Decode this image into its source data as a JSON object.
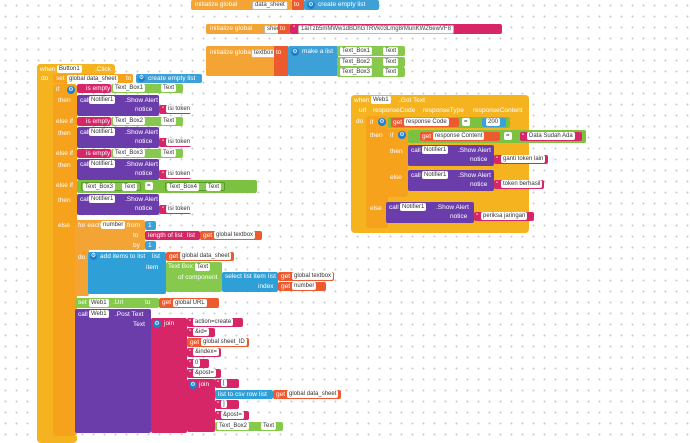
{
  "globals": {
    "g1": {
      "kw": "initialize global",
      "name": "data_sheet",
      "to": "to",
      "val": "create empty list"
    },
    "g2": {
      "kw": "initialize global",
      "name": "sheet_ID",
      "to": "to",
      "val": "1aiTzb5mMWw1dBDhGTRVk03Lmg8rMunKWZ6ewVF8"
    },
    "g3": {
      "kw": "initialize global",
      "name": "textbox",
      "to": "to",
      "val": "make a list",
      "items": [
        {
          "name": "Text_Box1",
          "prop": "Text"
        },
        {
          "name": "Text_Box2",
          "prop": "Text"
        },
        {
          "name": "Text_Box3",
          "prop": "Text"
        }
      ]
    }
  },
  "button": {
    "when": "when",
    "comp": "Button1",
    "event": ".Click",
    "do": "do",
    "set": "set",
    "setvar": "global data_sheet",
    "to": "to",
    "emptylist": "create empty list",
    "if": "if",
    "then": "then",
    "elseif": "else if",
    "else": "else",
    "call": "call",
    "isempty": "is empty",
    "notifier": "Notifier1",
    "showalert": ".Show Alert",
    "notice": "notice",
    "msg_token": "isi token",
    "tb1": "Text_Box1",
    "tb2": "Text_Box2",
    "tb3": "Text_Box3",
    "tb4": "Text_Box4",
    "text": "Text",
    "eq": "=",
    "foreach": "for each",
    "number": "number",
    "from": "from",
    "to2": "to",
    "by": "by",
    "n1": "1",
    "lengthof": "length of list",
    "list": "list",
    "get": "get",
    "gtextbox": "global textbox",
    "additems": "add items to list",
    "gdatasheet": "global data_sheet",
    "item": "item",
    "textbox_kw": "Text Box",
    "ofcomp": "of component",
    "selectitem": "select list item",
    "index": "index",
    "gnumber": "number",
    "web1": "Web1",
    "url": ".Url",
    "gurl": "global URL",
    "posttext": ".Post Text",
    "join": "join",
    "action": "action=create",
    "ide": "&id=",
    "gsheetid": "global sheet_ID",
    "idx": "&index=",
    "zero": "0",
    "post": "&post=",
    "bracket1": "[",
    "listcsv": "list to csv row",
    "bracket2": "]",
    "post2": "&post=",
    "tbx2": "Text_Box2"
  },
  "webevent": {
    "when": "when",
    "comp": "Web1",
    "event": ".Got Text",
    "url": "url",
    "responseCode": "responseCode",
    "responseType": "responseType",
    "responseContent": "responseContent",
    "do": "do",
    "if": "if",
    "get": "get",
    "gcode": "response Code",
    "eq": "=",
    "code": "200",
    "then": "then",
    "gcontent": "response Content",
    "msg_exists": "Data Sudah Ada",
    "call": "call",
    "notifier": "Notifier1",
    "showalert": ".Show Alert",
    "notice": "notice",
    "msg_change": "ganti token lain",
    "else": "else",
    "msg_success": "token berhasil",
    "msg_check": "periksa jaringan"
  }
}
